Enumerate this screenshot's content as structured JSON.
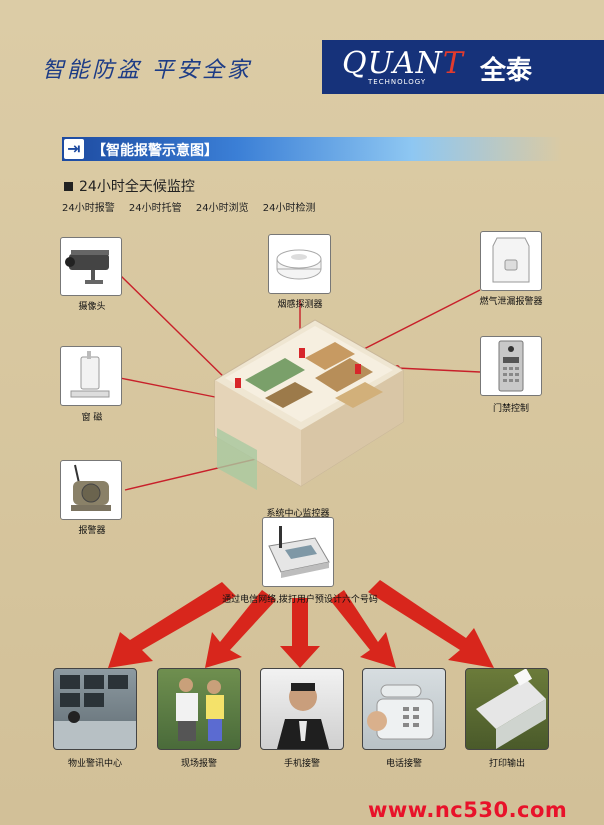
{
  "header": {
    "slogan": "智能防盗 平安全家",
    "brand_latin_main": "QUAN",
    "brand_latin_t": "T",
    "brand_tagline": "TECHNOLOGY",
    "brand_chinese": "全泰"
  },
  "section": {
    "title": "【智能报警示意图】",
    "subheading": "24小时全天候监控",
    "features": [
      "24小时报警",
      "24小时托管",
      "24小时浏览",
      "24小时检测"
    ]
  },
  "devices": {
    "camera": "摄像头",
    "window_sensor": "窗 磁",
    "alarm_unit": "报警器",
    "smoke_detector": "烟感探测器",
    "gas_detector": "燃气泄漏报警器",
    "access_control": "门禁控制",
    "system_controller": "系统中心监控器"
  },
  "dial_note": "通过电信网络,拨打用户预设计六个号码",
  "outputs": [
    "物业警讯中心",
    "现场报警",
    "手机接警",
    "电话接警",
    "打印输出"
  ],
  "footer": {
    "website": "www.nc530.com"
  },
  "colors": {
    "brand_blue": "#16327a",
    "arrow_red": "#d8261c",
    "line_red": "#c8202a",
    "background": "#d8c8a2"
  }
}
